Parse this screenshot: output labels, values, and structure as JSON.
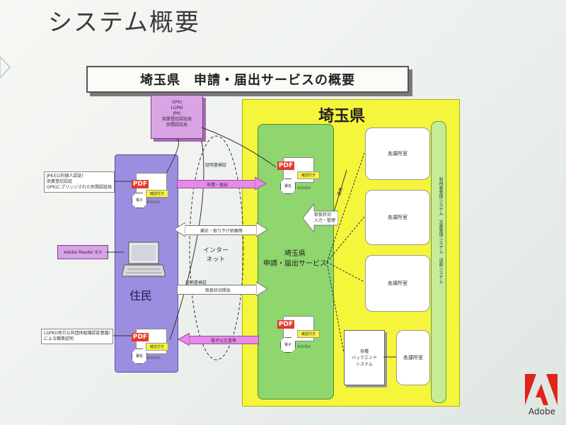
{
  "slide_title": "システム概要",
  "banner": "埼玉県　申請・届出サービスの概要",
  "cert_box": [
    "GPKI",
    "LGPKI",
    "JPKI",
    "商業登記認証局",
    "民間認証局"
  ],
  "saitama_title": "埼玉県",
  "service": {
    "line1": "埼玉県",
    "line2": "申請・届出サービス"
  },
  "resident_label": "住民",
  "internet": {
    "line1": "インター",
    "line2": "ネット"
  },
  "departments": [
    "各課所室",
    "各課所室",
    "各課所室",
    "各課所室"
  ],
  "vbar_text": "利用者管理システム　文書管理システム　決裁システム",
  "backend": {
    "line1": "各種",
    "line2": "バックエンド",
    "line3": "システム"
  },
  "notes": {
    "top": [
      "JPKI(公的個人認証)",
      "商業登記認証",
      "GPKIにブリッジされた民間認証局"
    ],
    "bottom": [
      "LGPKI(地方公共団体組織認証基盤)",
      "による職責証明"
    ]
  },
  "adobe_reader": "Adobe Reader 8.0",
  "pdf": {
    "badge": "PDF",
    "stamp": "確認付き",
    "esig_line1": "電子",
    "esig_line2": "署名",
    "adobe": "Adobe"
  },
  "arrows": {
    "submit": "申請・届出",
    "correction": "補正・取り下げ依頼等",
    "status_inquiry": "取扱状況照会",
    "e_notice": "電子公文書等",
    "status_input": "取扱状況",
    "status_input2": "入力・管理",
    "cert_verify_top": "証明書検証",
    "cert_verify_mid": "証明書検証",
    "link": "連携"
  },
  "adobe_brand": "Adobe"
}
